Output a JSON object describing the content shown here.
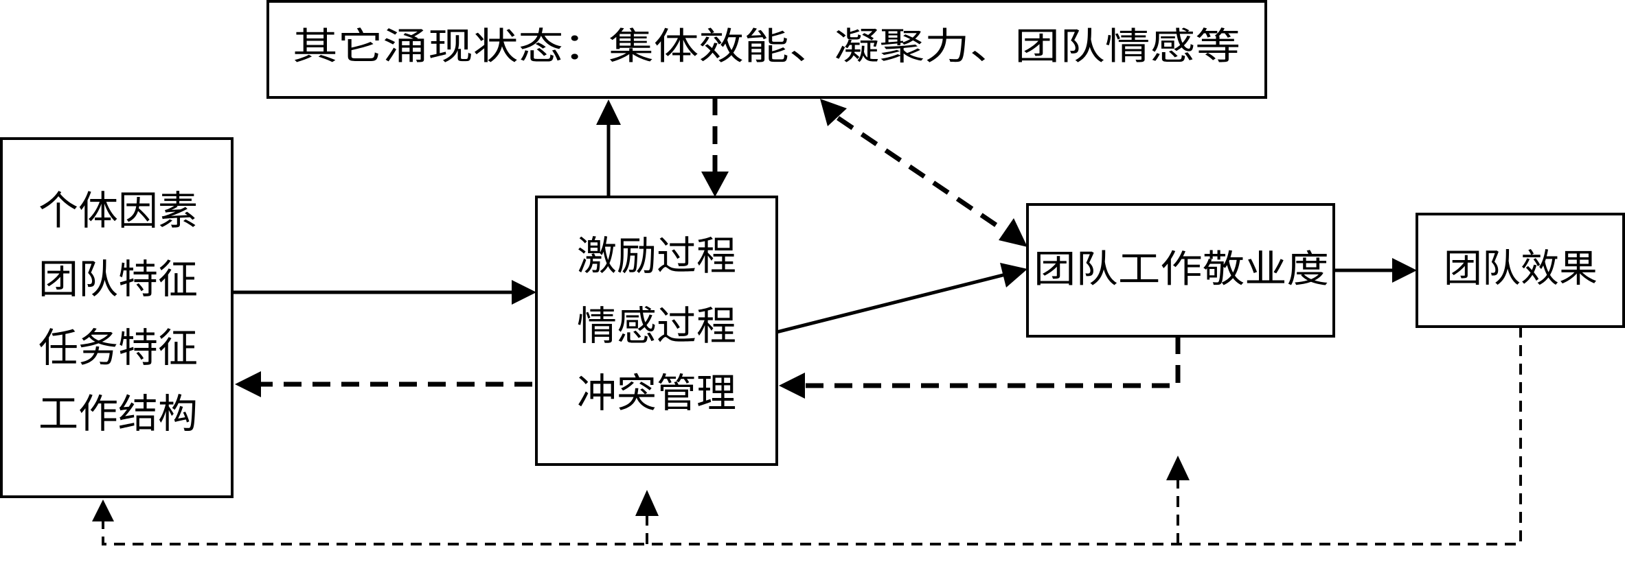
{
  "diagram": {
    "top_box": "其它涌现状态：集体效能、凝聚力、团队情感等",
    "left_box": {
      "line1": "个体因素",
      "line2": "团队特征",
      "line3": "任务特征",
      "line4": "工作结构"
    },
    "center_box": {
      "line1": "激励过程",
      "line2": "情感过程",
      "line3": "冲突管理"
    },
    "engagement_box": "团队工作敬业度",
    "outcome_box": "团队效果"
  },
  "colors": {
    "line": "#000000",
    "background": "#ffffff"
  }
}
